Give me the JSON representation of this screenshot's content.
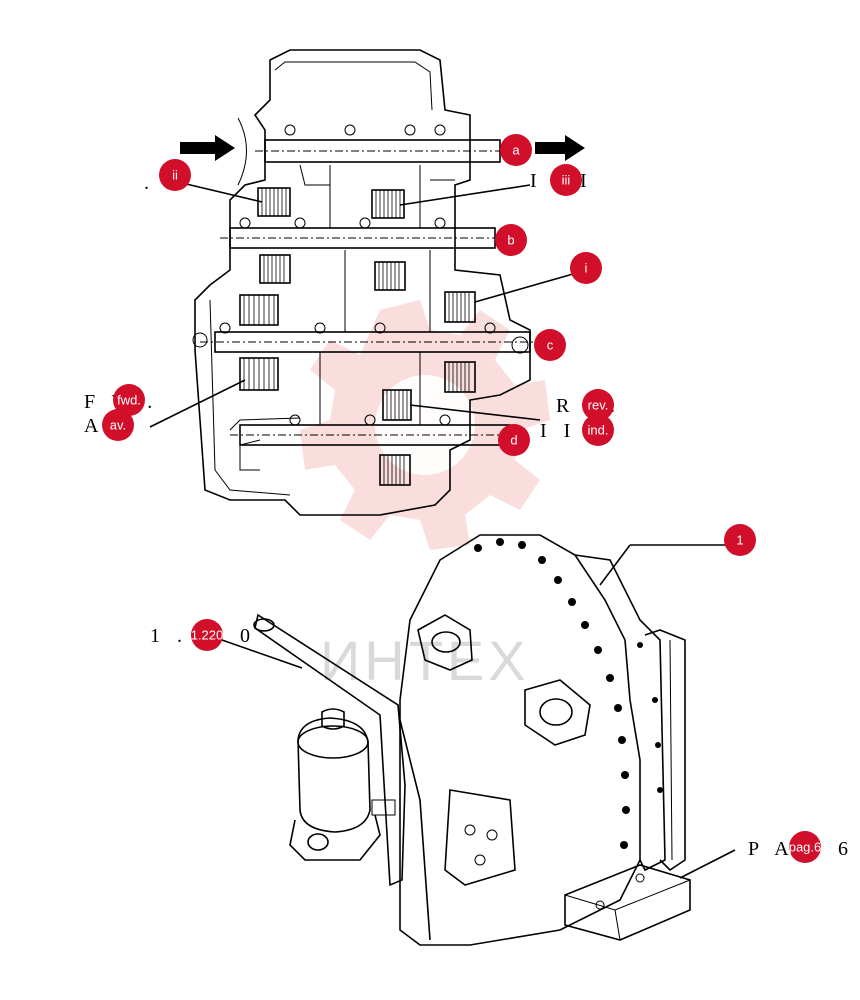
{
  "badges": {
    "a": "a",
    "b": "b",
    "c": "c",
    "d": "d",
    "i": "i",
    "ii": "ii",
    "iii": "iii",
    "fwd": "fwd.",
    "av": "av.",
    "rev": "rev.",
    "ind": "ind.",
    "part1": "1",
    "ref": "1.220",
    "pag": "pag.6"
  },
  "labels": {
    "fw": "F W .",
    "a": "A",
    "ri": "R I .",
    "ii": "I I .",
    "i_top": "I",
    "i_top_suffix": "I",
    "ref_prefix": "1 .",
    "ref_suffix": "0",
    "pa": "P A",
    "pa_suffix": "6"
  },
  "watermark": {
    "text": "ИНТЕХ",
    "color": "#e14444"
  },
  "colors": {
    "badge": "#d10f2b",
    "ink": "#000000"
  }
}
